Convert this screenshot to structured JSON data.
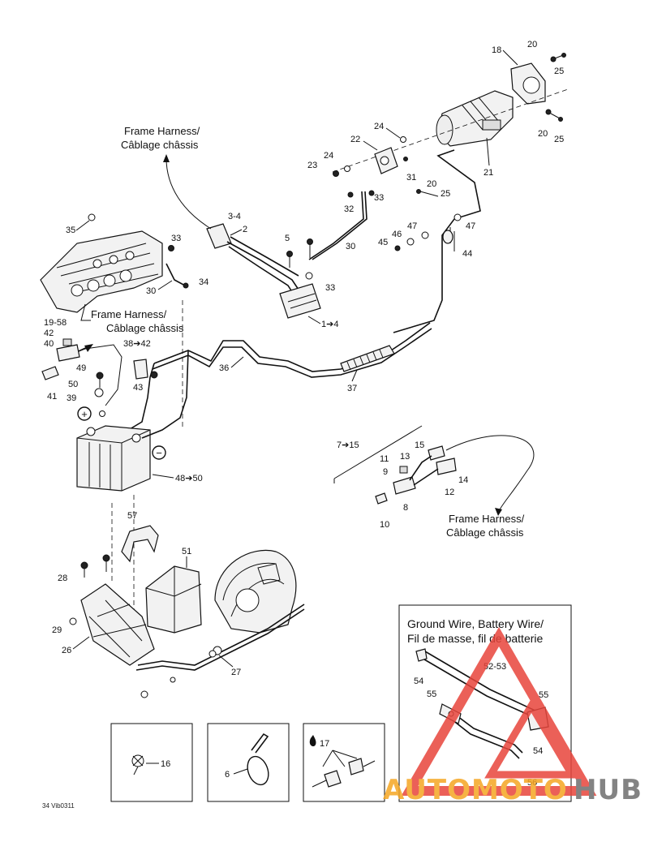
{
  "labels": {
    "frame_harness_top": [
      "Frame Harness/",
      "Câblage châssis"
    ],
    "frame_harness_left": [
      "Frame Harness/",
      "Câblage châssis"
    ],
    "frame_harness_right": [
      "Frame Harness/",
      "Câblage châssis"
    ],
    "ground_wire_title": [
      "Ground Wire, Battery Wire/",
      "Fil de masse, fil de batterie"
    ],
    "drawing_code": "34 Vib0311"
  },
  "callouts": {
    "c18": "18",
    "c20a": "20",
    "c25a": "25",
    "c24a": "24",
    "c22": "22",
    "c20b": "20",
    "c25b": "25",
    "c21": "21",
    "c24b": "24",
    "c23": "23",
    "c31": "31",
    "c20c": "20",
    "c25c": "25",
    "c33a": "33",
    "c32": "32",
    "c34a": "3-4",
    "c2": "2",
    "c5": "5",
    "c30a": "30",
    "c33b": "33",
    "c47a": "47",
    "c47b": "47",
    "c46": "46",
    "c45": "45",
    "c44": "44",
    "c14a": "1➔4",
    "c35": "35",
    "c33c": "33",
    "c34": "34",
    "c30b": "30",
    "c1958": "19-58",
    "c42": "42",
    "c40": "40",
    "c3842": "38➔42",
    "c36": "36",
    "c37": "37",
    "c49": "49",
    "c50": "50",
    "c43": "43",
    "c39": "39",
    "c41": "41",
    "c4850": "48➔50",
    "c715": "7➔15",
    "c15": "15",
    "c13": "13",
    "c11": "11",
    "c9": "9",
    "c14": "14",
    "c12": "12",
    "c8": "8",
    "c10": "10",
    "c57": "57",
    "c51": "51",
    "c28": "28",
    "c29": "29",
    "c26": "26",
    "c27": "27",
    "c5253": "52-53",
    "c54a": "54",
    "c55a": "55",
    "c55b": "55",
    "c54b": "54",
    "c56": "56",
    "c16": "16",
    "c6": "6",
    "c17": "17"
  },
  "symbols": {
    "plus": "+",
    "minus": "−"
  },
  "watermark": {
    "text_part1": "AUTOMOTO",
    "text_part2": "HUB",
    "color_orange": "#f5a623",
    "color_gray": "#6e6e6e",
    "color_red": "#e8453c"
  }
}
